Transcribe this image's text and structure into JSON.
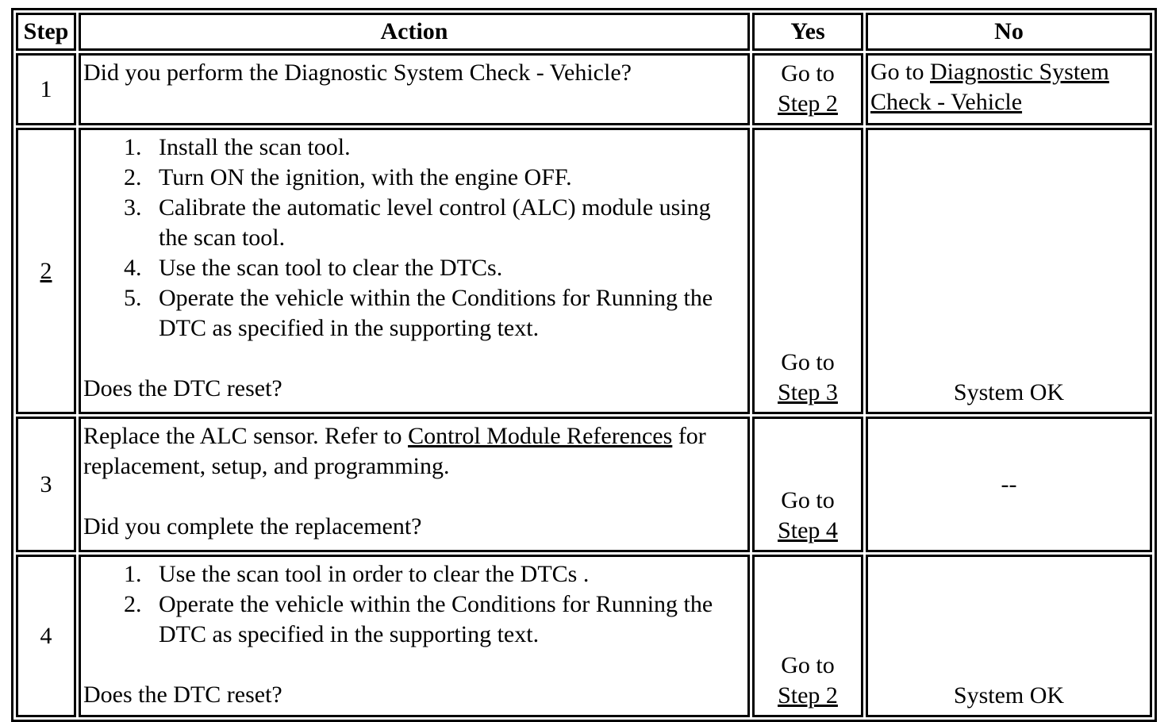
{
  "header": {
    "step": "Step",
    "action": "Action",
    "yes": "Yes",
    "no": "No"
  },
  "rows": [
    {
      "step": "1",
      "action": {
        "question": "Did you perform the Diagnostic System Check - Vehicle?"
      },
      "yes": {
        "prefix": "Go to",
        "link": "Step 2"
      },
      "no": {
        "prefix": "Go to ",
        "link": "Diagnostic System Check - Vehicle"
      }
    },
    {
      "step": "2",
      "action": {
        "items": [
          {
            "num": "1.",
            "text": "Install the scan tool."
          },
          {
            "num": "2.",
            "text": "Turn ON the ignition, with the engine OFF."
          },
          {
            "num": "3.",
            "text": "Calibrate the automatic level control (ALC) module using the scan tool."
          },
          {
            "num": "4.",
            "text": "Use the scan tool to clear the DTCs."
          },
          {
            "num": "5.",
            "text": "Operate the vehicle within the Conditions for Running the DTC as specified in the supporting text."
          }
        ],
        "question": "Does the DTC reset?"
      },
      "yes": {
        "prefix": "Go to",
        "link": "Step 3"
      },
      "no": {
        "text": "System OK"
      }
    },
    {
      "step": "3",
      "action": {
        "before_link": "Replace the ALC sensor. Refer to ",
        "link": "Control Module References",
        "after_link": " for replacement, setup, and programming.",
        "question": "Did you complete the replacement?"
      },
      "yes": {
        "prefix": "Go to",
        "link": "Step 4"
      },
      "no": {
        "text": "--"
      }
    },
    {
      "step": "4",
      "action": {
        "items": [
          {
            "num": "1.",
            "text": "Use the scan tool in order to clear the DTCs ."
          },
          {
            "num": "2.",
            "text": "Operate the vehicle within the Conditions for Running the DTC as specified in the supporting text."
          }
        ],
        "question": "Does the DTC reset?"
      },
      "yes": {
        "prefix": "Go to",
        "link": "Step 2"
      },
      "no": {
        "text": "System OK"
      }
    }
  ]
}
